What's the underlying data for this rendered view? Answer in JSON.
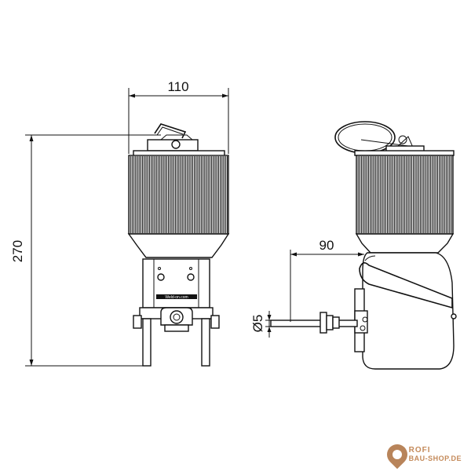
{
  "dimensions": {
    "width_front": "110",
    "height_total": "270",
    "depth_side": "90",
    "pipe_diameter": "Ø5"
  },
  "label_plate": "Weld-on.com",
  "logo": {
    "line1": "ROFI",
    "line2": "BAU-SHOP.DE",
    "color": "#c48a5a"
  }
}
